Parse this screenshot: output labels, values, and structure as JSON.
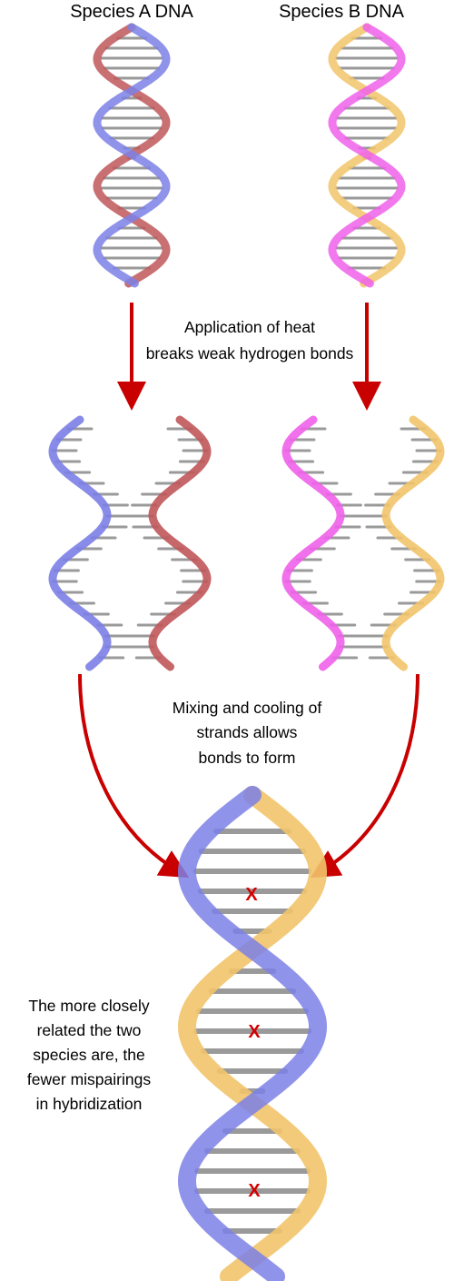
{
  "labels": {
    "species_a": "Species A DNA",
    "species_b": "Species B DNA",
    "heat_line1": "Application of heat",
    "heat_line2": "breaks weak hydrogen bonds",
    "cool_line1": "Mixing and cooling of",
    "cool_line2": "strands allows",
    "cool_line3": "bonds to form",
    "related_line1": "The more closely",
    "related_line2": "related the two",
    "related_line3": "species are, the",
    "related_line4": "fewer mispairings",
    "related_line5": "in hybridization"
  },
  "mismatch_marks": [
    "X",
    "X",
    "X"
  ],
  "colors": {
    "species_a_strand_1": "#7b80e6",
    "species_a_strand_2": "#c0575a",
    "species_b_strand_1": "#f060ea",
    "species_b_strand_2": "#f1c46a",
    "base_pair": "#9a9a9a",
    "arrow": "#c80000",
    "mismatch": "#d40000"
  }
}
